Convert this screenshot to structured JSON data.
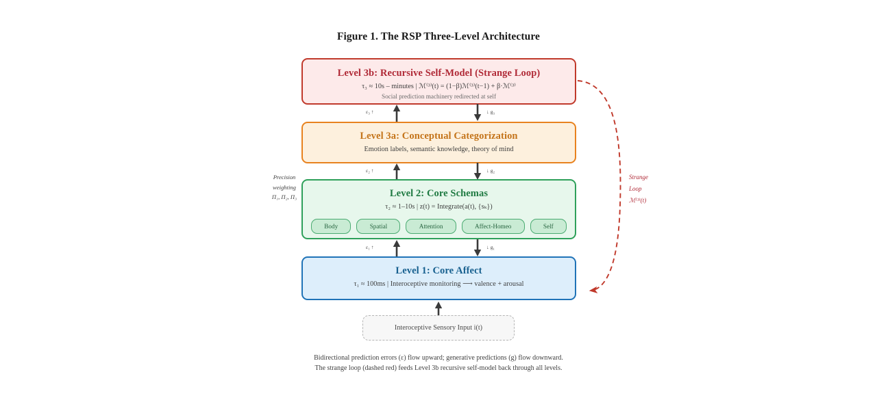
{
  "figure": {
    "title": "Figure 1. The RSP Three-Level Architecture"
  },
  "levels": [
    {
      "id": "level3b",
      "title": "Level 3b: Recursive Self-Model (Strange Loop)",
      "formula": "τ₃ ≈ 10s – minutes | ℳ⁽³⁾(t) = (1−β)ℳ⁽³⁾(t−1) + β·ℳ⁽³⁾",
      "note": "Social prediction machinery redirected at self",
      "border_color": "#c0392b",
      "fill_color": "#fdeaea",
      "title_color": "#b02a37"
    },
    {
      "id": "level3a",
      "title": "Level 3a: Conceptual Categorization",
      "formula": "Emotion labels, semantic knowledge, theory of mind",
      "note": "",
      "border_color": "#e8821e",
      "fill_color": "#fdf0dd",
      "title_color": "#c4741a"
    },
    {
      "id": "level2",
      "title": "Level 2: Core Schemas",
      "formula": "τ₂ ≈ 1–10s | z(t) = Integrate(a(t), {sₖ})",
      "note": "",
      "border_color": "#2ea05a",
      "fill_color": "#e7f7ec",
      "title_color": "#1f7a42"
    },
    {
      "id": "level1",
      "title": "Level 1: Core Affect",
      "formula": "τ₁ ≈ 100ms | Interoceptive monitoring ⟶ valence + arousal",
      "note": "",
      "border_color": "#1f73b7",
      "fill_color": "#ddeefb",
      "title_color": "#17608f"
    }
  ],
  "schemas": [
    {
      "label": "Body"
    },
    {
      "label": "Spatial"
    },
    {
      "label": "Attention"
    },
    {
      "label": "Affect-Homeo"
    },
    {
      "label": "Self"
    }
  ],
  "arrows": [
    {
      "id": "arrows-3a-3b",
      "error_label": "ε₃ ↑",
      "generative_label": "↓ g₃"
    },
    {
      "id": "arrows-2-3a",
      "error_label": "ε₂ ↑",
      "generative_label": "↓ g₂"
    },
    {
      "id": "arrows-1-2",
      "error_label": "ε₁ ↑",
      "generative_label": "↓ g₁"
    }
  ],
  "input": {
    "label": "Interoceptive Sensory Input i(t)"
  },
  "annotations": {
    "precision": {
      "line1": "Precision",
      "line2": "weighting",
      "line3": "Π₁, Π₂, Π₃"
    },
    "strange_loop": {
      "line1": "Strange",
      "line2": "Loop",
      "line3": "ℳ⁽³⁾(t)",
      "color": "#b02a37"
    }
  },
  "caption": {
    "line1": "Bidirectional prediction errors (ε) flow upward; generative predictions (g) flow downward.",
    "line2": "The strange loop (dashed red) feeds Level 3b recursive self-model back through all levels."
  }
}
